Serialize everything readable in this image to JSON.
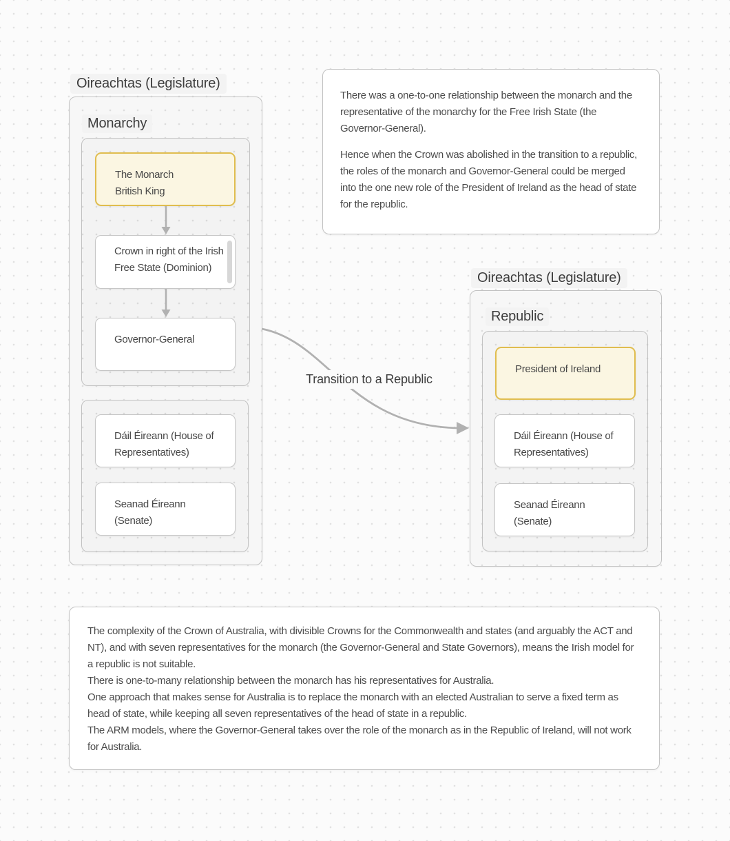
{
  "colors": {
    "background": "#fbfbfb",
    "dot_grid": "#e1e1e1",
    "container_border": "#c2c2c2",
    "node_border": "#c6c6c6",
    "highlight_border": "#e0bd4e",
    "highlight_fill": "#fbf6e2",
    "arrow": "#b1b1b1",
    "text": "#474747"
  },
  "left": {
    "title": "Oireachtas (Legislature)",
    "section": "Monarchy",
    "monarch_line1": "The Monarch",
    "monarch_line2": "British King",
    "crown": "Crown in right of the Irish Free State (Dominion)",
    "governor": "Governor-General",
    "dail": "Dáil Éireann (House of Representatives)",
    "seanad": "Seanad Éireann (Senate)"
  },
  "right": {
    "title": "Oireachtas (Legislature)",
    "section": "Republic",
    "president": "President of Ireland",
    "dail": "Dáil Éireann (House of Representatives)",
    "seanad": "Seanad Éireann (Senate)"
  },
  "transition": {
    "label": "Transition to a Republic"
  },
  "top_note": {
    "para1": "There was a one-to-one relationship between the monarch and the representative of the monarchy for the Free Irish State (the Governor-General).",
    "para2": "Hence when the Crown was abolished in the transition to a republic, the roles of the monarch and Governor-General could be merged into the one new role of the President of Ireland as the head of state for the republic."
  },
  "bottom_note": {
    "para1": "The complexity of the Crown of Australia, with divisible Crowns for the Commonwealth and states (and arguably the ACT and NT), and with seven representatives for the monarch (the Governor-General and State Governors), means the Irish model for a republic is not suitable.",
    "para2": "There is one-to-many relationship between the monarch has his representatives for Australia.",
    "para3": "One approach that makes sense for Australia is to replace the monarch with an elected Australian to serve a fixed term as head of state, while keeping all seven representatives of the head of state in a republic.",
    "para4": "The ARM models, where the Governor-General takes over the role of the monarch as in the Republic of Ireland, will not work for Australia."
  }
}
